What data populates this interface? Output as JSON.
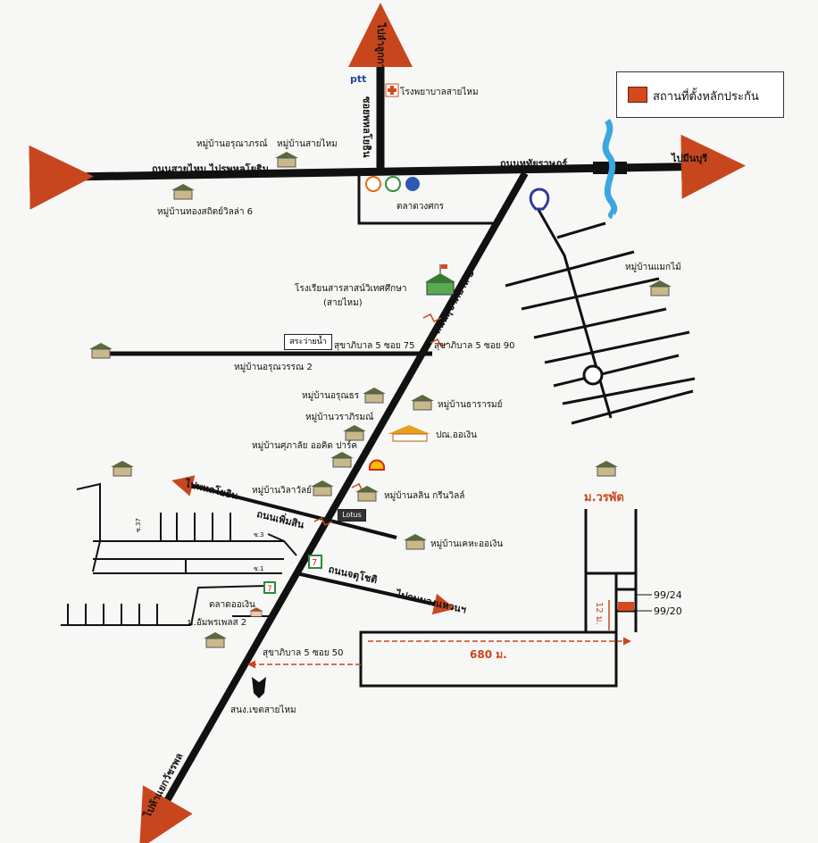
{
  "legend": {
    "label": "สถานที่ตั้งหลักประกัน",
    "swatch_color": "#d44a1c"
  },
  "roads": {
    "north": "ไปลำลูกกา",
    "north_road": "ซอยพหลโยธิน",
    "east": "ไปมีนบุรี",
    "hathai": "ถนนหทัยราษฎร์",
    "saimai": "ถนนสายไหม ไปรพหลโยธิน",
    "sukhapiban5": "ถนนสุขาภิบาล 5",
    "soi75": "สุขาภิบาล 5 ซอย 75",
    "soi90": "สุขาภิบาล 5 ซอย 90",
    "phermsin": "ถนนเพิ่มสิน",
    "to_phahon": "ไปพหลโยธิน",
    "jattuchot": "ถนนจตุโชติ",
    "to_ring": "ไปถนนวงแหวนฯ",
    "soi50": "สุขาภิบาล 5 ซอย 50",
    "south": "ไปห้าแยกวัชรพล"
  },
  "places": {
    "ptt": "ptt",
    "hospital": "โรงพยาบาลสายไหม",
    "aroonaporn": "หมู่บ้านอรุณาภรณ์",
    "saimai_village": "หมู่บ้านสายไหม",
    "thongsathit": "หมู่บ้านทองสถิตย์วิลล่า 6",
    "market": "ตลาดวงศกร",
    "maekmai": "หมู่บ้านแมกไม้",
    "school": "โรงเรียนสารสาสน์วิเทศศึกษา",
    "school_sub": "(สายไหม)",
    "pond": "สระว่ายน้ำ",
    "aroonwan": "หมู่บ้านอรุณวรรณ 2",
    "aroonthorn": "หมู่บ้านอรุณธร",
    "tararom": "หมู่บ้านธารารมย์",
    "warapirom": "หมู่บ้านวราภิรมณ์",
    "post": "ปณ.ออเงิน",
    "supalai": "หมู่บ้านศุภาลัย ออคิด ปาร์ค",
    "villawalai": "หมู่บ้านวิลาวัลย์",
    "lalin": "หมู่บ้านลลิน กรีนวิลล์",
    "lotus": "Lotus",
    "kehaoren": "หมู่บ้านเคหะออเงิน",
    "market2": "ตลาดออเงิน",
    "amornpol": "ม.อัมพรเพลส 2",
    "district": "สนง.เขตสายไหม",
    "woraphat": "ม.วรพัต",
    "addr1": "99/24",
    "addr2": "99/20",
    "width": "12 ม.",
    "distance": "680 ม.",
    "soi37": "ซ.37",
    "soi3": "ซ.3",
    "soi1": "ซ.1"
  }
}
